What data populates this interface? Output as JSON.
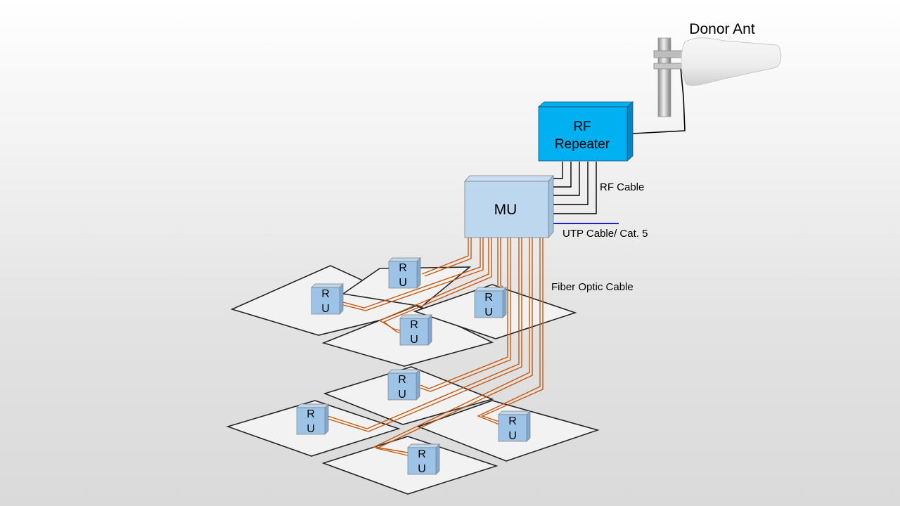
{
  "diagram": {
    "donor_antenna": {
      "label": "Donor Ant"
    },
    "rf_repeater": {
      "line1": "RF",
      "line2": "Repeater"
    },
    "master_unit": {
      "label": "MU"
    },
    "remote_unit": {
      "line1": "R",
      "line2": "U"
    },
    "legend": {
      "rf_cable": "RF Cable",
      "utp_cable": "UTP Cable/ Cat. 5",
      "fiber_cable": "Fiber Optic Cable"
    },
    "colors": {
      "rf_repeater_front": "#00b0f0",
      "box_front": "#bdd7ee",
      "ru_front": "#9dc3e6",
      "fiber": "#c55a11",
      "utp": "#0000cc",
      "rf_cable": "#000000",
      "floor_fill": "#f2f2f2",
      "floor_stroke": "#262626"
    }
  }
}
